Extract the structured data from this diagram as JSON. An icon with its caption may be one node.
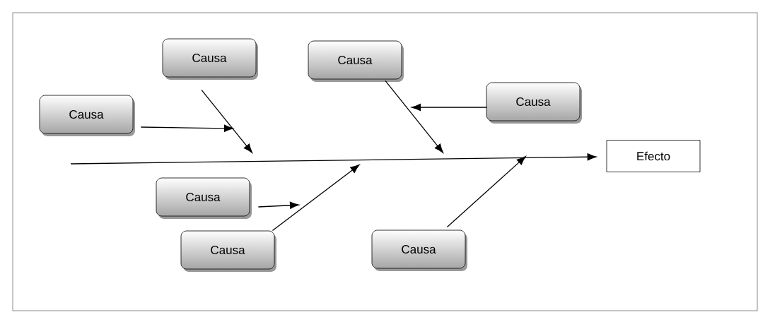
{
  "diagram": {
    "nodes": [
      {
        "text": [
          "Causa"
        ]
      },
      {
        "text": [
          "Causa"
        ]
      },
      {
        "text": [
          "Causa"
        ]
      },
      {
        "text": [
          "Causa"
        ]
      },
      {
        "text": [
          "Efecto"
        ]
      },
      {
        "text": [
          "Causa"
        ]
      },
      {
        "text": [
          "Causa"
        ]
      },
      {
        "text": [
          "Causa"
        ]
      }
    ],
    "edges": [
      {
        "from": null,
        "to": 4,
        "arrow": "to"
      },
      {
        "from": 0,
        "to": null,
        "arrow": "to"
      },
      {
        "from": 3,
        "to": null,
        "arrow": "to"
      },
      {
        "from": 1,
        "to": null,
        "arrow": "to"
      },
      {
        "from": 2,
        "to": null,
        "arrow": "to"
      },
      {
        "from": 5,
        "to": null,
        "arrow": "to"
      },
      {
        "from": 6,
        "to": null,
        "arrow": "to"
      },
      {
        "from": 7,
        "to": null,
        "arrow": "to"
      }
    ]
  }
}
